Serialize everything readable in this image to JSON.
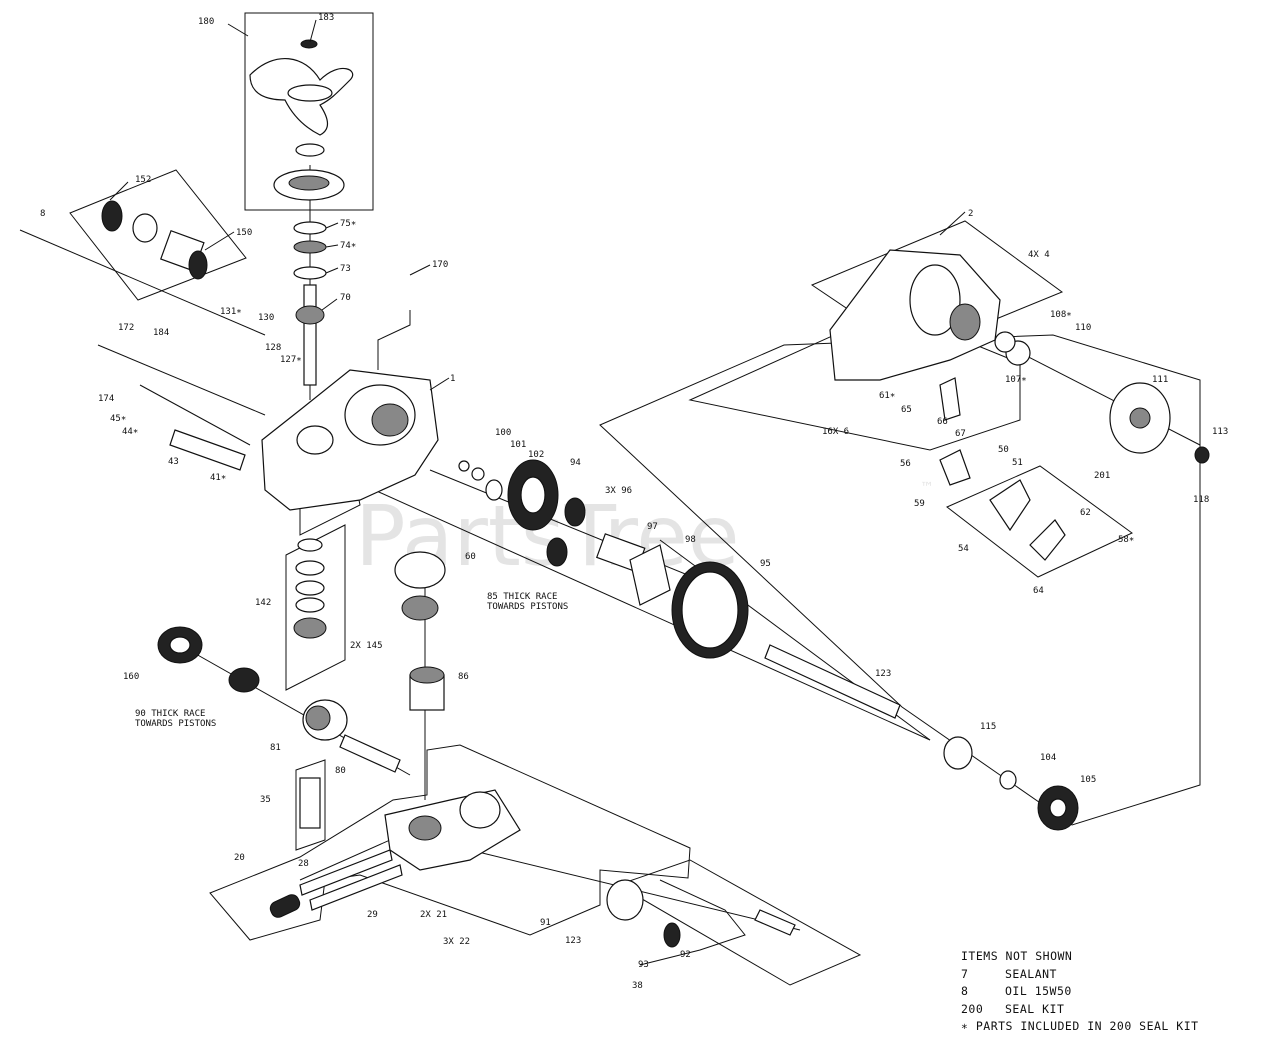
{
  "watermark": "PartsTree",
  "trademark": "™",
  "callouts": [
    {
      "id": "c183",
      "text": "183"
    },
    {
      "id": "c180",
      "text": "180"
    },
    {
      "id": "c152",
      "text": "152"
    },
    {
      "id": "c8",
      "text": "8"
    },
    {
      "id": "c150",
      "text": "150"
    },
    {
      "id": "c75",
      "text": "75∗"
    },
    {
      "id": "c74",
      "text": "74∗"
    },
    {
      "id": "c73",
      "text": "73"
    },
    {
      "id": "c170",
      "text": "170"
    },
    {
      "id": "c70",
      "text": "70"
    },
    {
      "id": "c172",
      "text": "172"
    },
    {
      "id": "c131",
      "text": "131∗"
    },
    {
      "id": "c130",
      "text": "130"
    },
    {
      "id": "c184",
      "text": "184"
    },
    {
      "id": "c128",
      "text": "128"
    },
    {
      "id": "c127",
      "text": "127∗"
    },
    {
      "id": "c1",
      "text": "1"
    },
    {
      "id": "c174",
      "text": "174"
    },
    {
      "id": "c45",
      "text": "45∗"
    },
    {
      "id": "c44",
      "text": "44∗"
    },
    {
      "id": "c43",
      "text": "43"
    },
    {
      "id": "c41",
      "text": "41∗"
    },
    {
      "id": "c100",
      "text": "100"
    },
    {
      "id": "c101",
      "text": "101"
    },
    {
      "id": "c102",
      "text": "102"
    },
    {
      "id": "c94",
      "text": "94"
    },
    {
      "id": "c3x96",
      "text": "3X 96"
    },
    {
      "id": "c97",
      "text": "97"
    },
    {
      "id": "c98",
      "text": "98"
    },
    {
      "id": "c95",
      "text": "95"
    },
    {
      "id": "c60",
      "text": "60"
    },
    {
      "id": "c85t1",
      "text": "85 THICK RACE"
    },
    {
      "id": "c85t2",
      "text": "TOWARDS PISTONS"
    },
    {
      "id": "c142",
      "text": "142"
    },
    {
      "id": "c2x145",
      "text": "2X 145"
    },
    {
      "id": "c160",
      "text": "160"
    },
    {
      "id": "c90t1",
      "text": "90 THICK RACE"
    },
    {
      "id": "c90t2",
      "text": "TOWARDS PISTONS"
    },
    {
      "id": "c86",
      "text": "86"
    },
    {
      "id": "c81",
      "text": "81"
    },
    {
      "id": "c80",
      "text": "80"
    },
    {
      "id": "c35",
      "text": "35"
    },
    {
      "id": "c20",
      "text": "20"
    },
    {
      "id": "c28",
      "text": "28"
    },
    {
      "id": "c29",
      "text": "29"
    },
    {
      "id": "c2x21",
      "text": "2X 21"
    },
    {
      "id": "c3x22",
      "text": "3X 22"
    },
    {
      "id": "c91",
      "text": "91"
    },
    {
      "id": "c123b",
      "text": "123"
    },
    {
      "id": "c93",
      "text": "93"
    },
    {
      "id": "c92",
      "text": "92"
    },
    {
      "id": "c38",
      "text": "38"
    },
    {
      "id": "c123",
      "text": "123"
    },
    {
      "id": "c115",
      "text": "115"
    },
    {
      "id": "c104",
      "text": "104"
    },
    {
      "id": "c105",
      "text": "105"
    },
    {
      "id": "c2",
      "text": "2"
    },
    {
      "id": "c4x4",
      "text": "4X 4"
    },
    {
      "id": "c108",
      "text": "108∗"
    },
    {
      "id": "c110",
      "text": "110"
    },
    {
      "id": "c107",
      "text": "107∗"
    },
    {
      "id": "c111",
      "text": "111"
    },
    {
      "id": "c61",
      "text": "61∗"
    },
    {
      "id": "c65",
      "text": "65"
    },
    {
      "id": "c66",
      "text": "66"
    },
    {
      "id": "c67",
      "text": "67"
    },
    {
      "id": "c16x6",
      "text": "16X 6"
    },
    {
      "id": "c56",
      "text": "56"
    },
    {
      "id": "c50",
      "text": "50"
    },
    {
      "id": "c51",
      "text": "51"
    },
    {
      "id": "c113",
      "text": "113"
    },
    {
      "id": "c59",
      "text": "59"
    },
    {
      "id": "c201",
      "text": "201"
    },
    {
      "id": "c118",
      "text": "118"
    },
    {
      "id": "c54",
      "text": "54"
    },
    {
      "id": "c62",
      "text": "62"
    },
    {
      "id": "c58",
      "text": "58∗"
    },
    {
      "id": "c64",
      "text": "64"
    }
  ],
  "legend": {
    "title": "ITEMS NOT SHOWN",
    "rows": [
      {
        "num": "7",
        "desc": "SEALANT"
      },
      {
        "num": "8",
        "desc": "OIL 15W50"
      },
      {
        "num": "200",
        "desc": "SEAL KIT"
      }
    ],
    "footnote": "∗ PARTS INCLUDED IN 200 SEAL KIT"
  }
}
